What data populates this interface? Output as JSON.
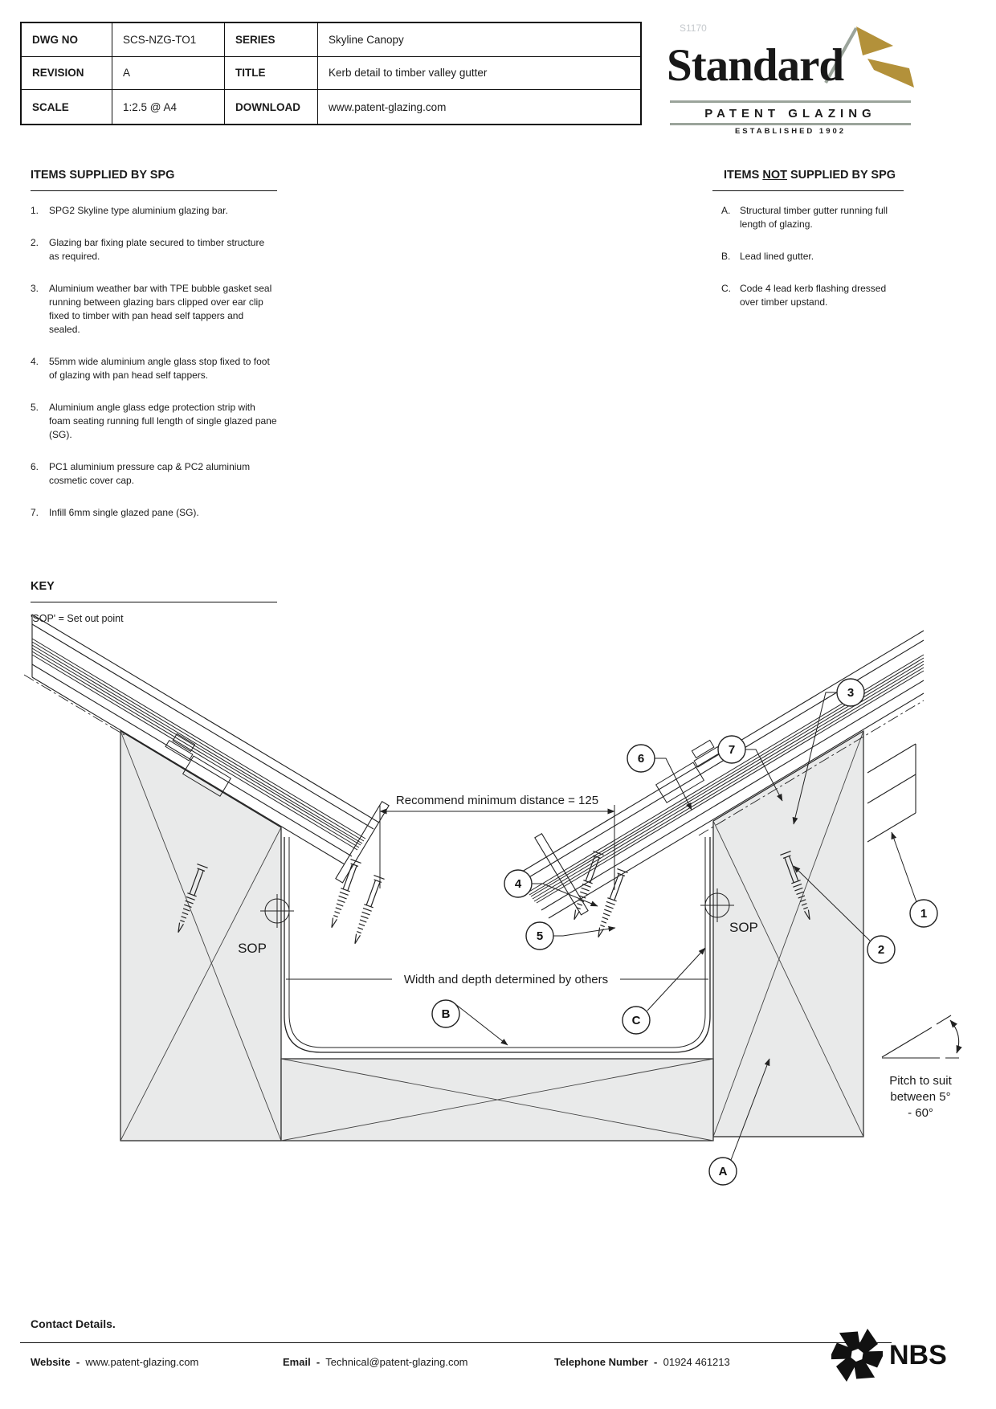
{
  "sheet": {
    "watermark": "S1170"
  },
  "title_block": {
    "rows": [
      {
        "l1": "DWG NO",
        "v1": "SCS-NZG-TO1",
        "l2": "SERIES",
        "v2": "Skyline Canopy"
      },
      {
        "l1": "REVISION",
        "v1": "A",
        "l2": "TITLE",
        "v2": "Kerb detail to timber valley gutter"
      },
      {
        "l1": "SCALE",
        "v1": "1:2.5 @ A4",
        "l2": "DOWNLOAD",
        "v2": "www.patent-glazing.com"
      }
    ]
  },
  "logo": {
    "name": "Standard",
    "subtitle": "PATENT GLAZING",
    "established": "ESTABLISHED 1902"
  },
  "supplied": {
    "heading": "ITEMS SUPPLIED BY SPG",
    "items": [
      {
        "n": "1.",
        "text": "SPG2 Skyline type aluminium glazing bar."
      },
      {
        "n": "2.",
        "text": "Glazing bar fixing plate secured to timber structure as required."
      },
      {
        "n": "3.",
        "text": "Aluminium weather bar with TPE bubble gasket seal running between glazing bars clipped over ear clip fixed to timber with pan head self tappers and sealed."
      },
      {
        "n": "4.",
        "text": "55mm wide aluminium angle glass stop fixed to foot of glazing with pan head self tappers."
      },
      {
        "n": "5.",
        "text": "Aluminium angle glass edge protection strip with foam seating running full length of single glazed pane (SG)."
      },
      {
        "n": "6.",
        "text": "PC1 aluminium pressure cap & PC2 aluminium cosmetic cover cap."
      },
      {
        "n": "7.",
        "text": "Infill 6mm single glazed pane (SG)."
      }
    ]
  },
  "not_supplied": {
    "heading_prefix": "ITEMS ",
    "heading_underlined": "NOT",
    "heading_suffix": " SUPPLIED BY SPG",
    "items": [
      {
        "n": "A.",
        "text": "Structural timber gutter running full length of glazing."
      },
      {
        "n": "B.",
        "text": "Lead lined gutter."
      },
      {
        "n": "C.",
        "text": "Code 4 lead kerb flashing dressed over timber upstand."
      }
    ]
  },
  "key": {
    "heading": "KEY",
    "note": "'SOP' = Set out point"
  },
  "drawing": {
    "dim_label": "Recommend minimum distance = 125",
    "width_label": "Width and depth determined by others",
    "sop": "SOP",
    "pitch_line1": "Pitch to suit",
    "pitch_line2": "between 5°",
    "pitch_line3": "- 60°",
    "callouts": {
      "n1": "1",
      "n2": "2",
      "n3": "3",
      "n4": "4",
      "n5": "5",
      "n6": "6",
      "n7": "7",
      "a": "A",
      "b": "B",
      "c": "C"
    }
  },
  "contact": {
    "heading": "Contact Details.",
    "website_label": "Website",
    "website_sep": "-",
    "website": "www.patent-glazing.com",
    "email_label": "Email",
    "email_sep": "-",
    "email": "Technical@patent-glazing.com",
    "phone_label": "Telephone Number",
    "phone_sep": "-",
    "phone": "01924 461213"
  },
  "nbs_label": "NBS",
  "colors": {
    "timber_fill": "#e9eaea",
    "line_color": "#222222",
    "logo_gold": "#b3913a",
    "logo_rule_grey": "#9ba49b",
    "watermark_grey": "#c5c9cd"
  }
}
